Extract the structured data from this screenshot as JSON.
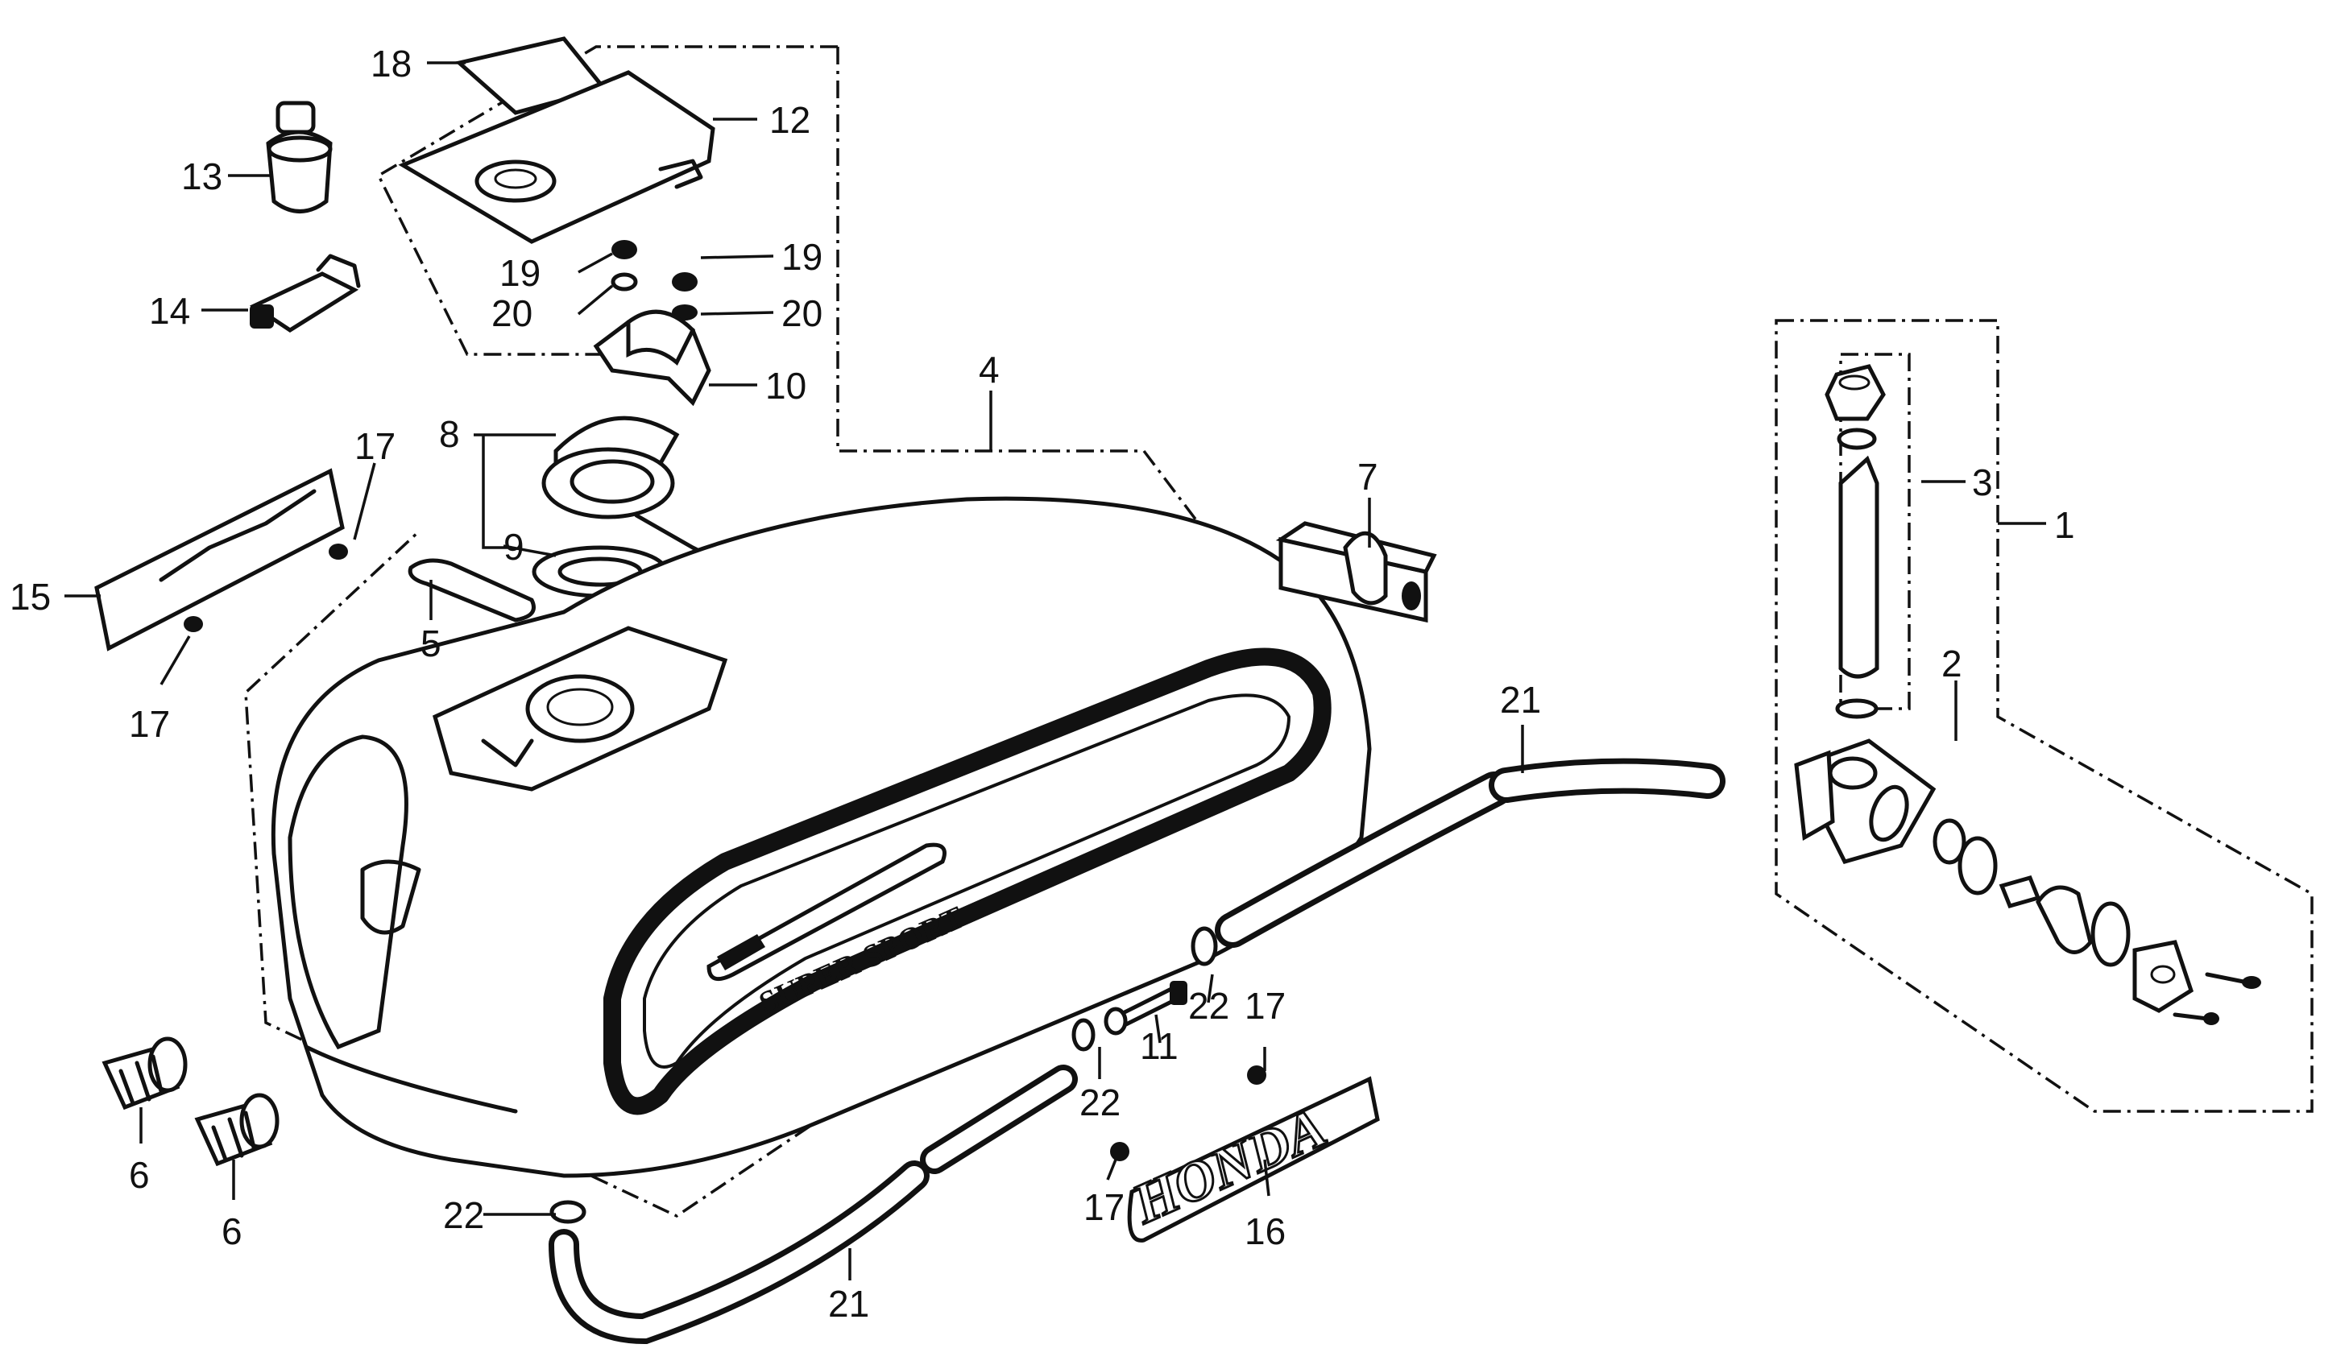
{
  "tank_text": "SUPER SPORT",
  "emblem_text": "HONDA",
  "callouts": {
    "c1": "1",
    "c2": "2",
    "c3": "3",
    "c4": "4",
    "c5": "5",
    "c6a": "6",
    "c6b": "6",
    "c7": "7",
    "c8": "8",
    "c9": "9",
    "c10": "10",
    "c11": "11",
    "c12": "12",
    "c13": "13",
    "c14": "14",
    "c15": "15",
    "c16": "16",
    "c17a": "17",
    "c17b": "17",
    "c17c": "17",
    "c17d": "17",
    "c18": "18",
    "c19a": "19",
    "c19b": "19",
    "c20a": "20",
    "c20b": "20",
    "c21a": "21",
    "c21b": "21",
    "c22a": "22",
    "c22b": "22",
    "c22c": "22"
  }
}
